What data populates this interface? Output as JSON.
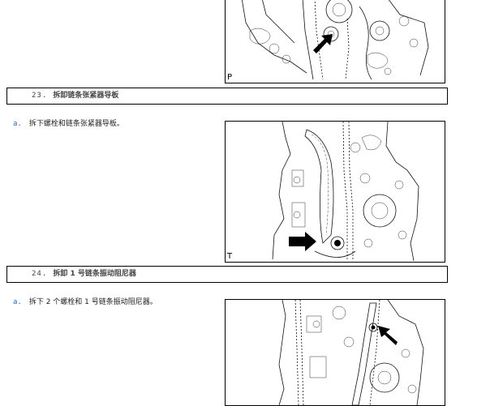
{
  "figures": [
    {
      "code": "P"
    },
    {
      "code": "T"
    },
    {
      "code": ""
    }
  ],
  "sections": [
    {
      "number": "23.",
      "title": "拆卸链条张紧器导板"
    },
    {
      "number": "24.",
      "title": "拆卸 1 号链条振动阻尼器"
    }
  ],
  "steps": [
    {
      "marker": "a.",
      "text": "拆下螺栓和链条张紧器导板。"
    },
    {
      "marker": "a.",
      "text": "拆下 2 个螺栓和 1 号链条振动阻尼器。"
    }
  ],
  "colors": {
    "step_marker": "#2a64c8",
    "border": "#000000"
  }
}
